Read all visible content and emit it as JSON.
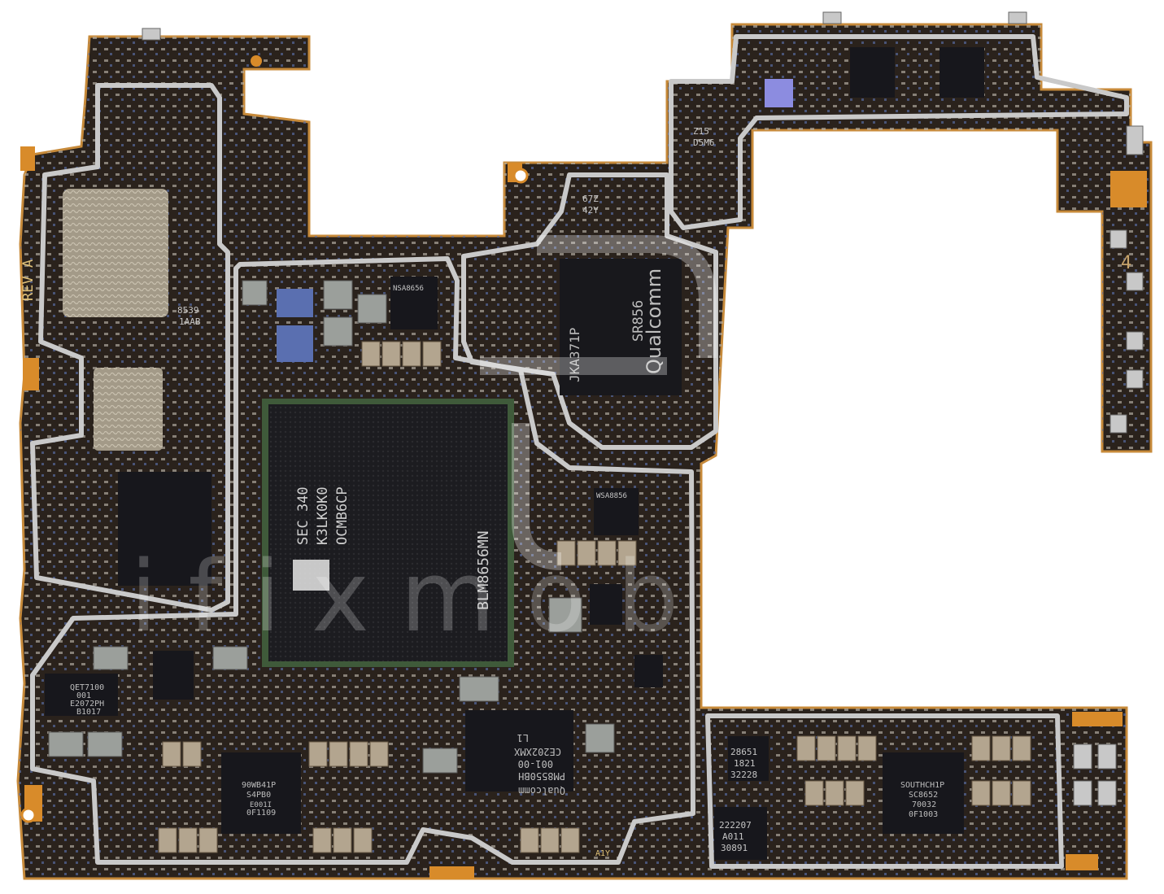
{
  "board": {
    "rev_label": "REV A",
    "corner_mark_1": "4",
    "corner_mark_2": "A1Y"
  },
  "chips": {
    "memory_line1": "SEC 340",
    "memory_line2": "K3LK0K0",
    "memory_line3": "OCMB6CP",
    "soc_label": "BLM8656MN",
    "modem_brand": "Qualcomm",
    "modem_model": "SR856",
    "modem_code": "JKA371P",
    "pmic_brand": "Qualcomm",
    "pmic_line1": "PM8550BH",
    "pmic_line2": "001-00",
    "pmic_line3": "CE202XMX",
    "pmic_line4": "L1",
    "qet_line1": "QET7100",
    "qet_line2": "001",
    "qet_line3": "E2072PH",
    "qet_line4": "B1017",
    "south_line1": "SOUTHCH1P",
    "south_line2": "SC8652",
    "south_line3": "70032",
    "south_line4": "0F1003",
    "power_line1": "90WB41P",
    "power_line2": "S4PB0",
    "power_line3": "E001I",
    "power_line4": "0F1109",
    "small_1_a": "8539",
    "small_1_b": "1AAB",
    "small_2_a": "Z15",
    "small_2_b": "D5M6",
    "small_3_a": "67Z",
    "small_3_b": "42Y",
    "small_4_a": "222207",
    "small_4_b": "A011",
    "small_4_c": "30891",
    "small_5_a": "28651",
    "small_5_b": "1821",
    "small_5_c": "32228",
    "nsa_1": "NSA8656",
    "nsa_2": "WSA8856"
  },
  "watermark": {
    "text": "ifixmobile"
  },
  "colors": {
    "pcb": "#2a221c",
    "shield": "#c9c9c9",
    "gold": "#d88b2a",
    "chip": "#1c1c20"
  }
}
